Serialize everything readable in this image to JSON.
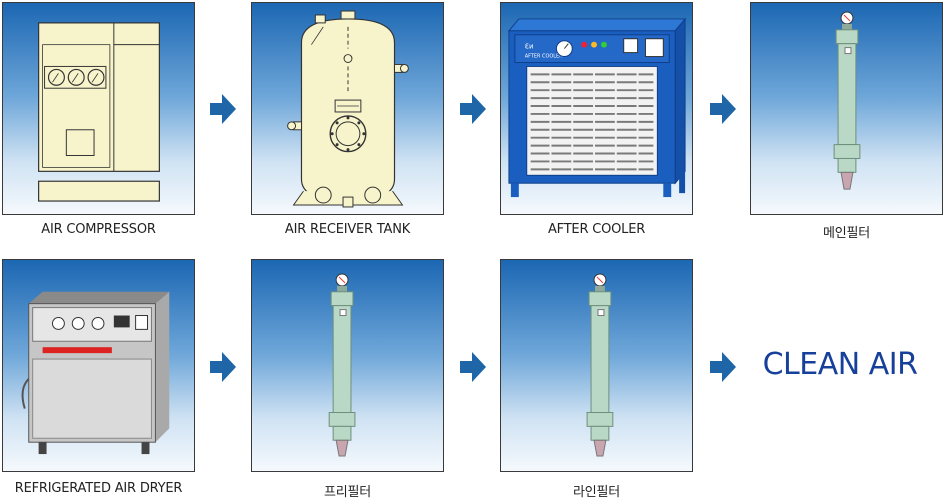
{
  "steps": [
    {
      "label": "AIR COMPRESSOR",
      "icon": "air-compressor-icon"
    },
    {
      "label": "AIR RECEIVER TANK",
      "icon": "air-receiver-tank-icon"
    },
    {
      "label": "AFTER COOLER",
      "icon": "after-cooler-icon"
    },
    {
      "label": "메인필터",
      "icon": "main-filter-icon"
    },
    {
      "label": "REFRIGERATED AIR DRYER",
      "icon": "refrigerated-air-dryer-icon"
    },
    {
      "label": "프리필터",
      "icon": "pre-filter-icon"
    },
    {
      "label": "라인필터",
      "icon": "line-filter-icon"
    }
  ],
  "result": "CLEAN AIR",
  "colors": {
    "arrow": "#1e66a8",
    "panel_top": "#1c67b3",
    "panel_bottom": "#f5f9fd",
    "result_text": "#17409a",
    "sketch_fill": "#f7f4cc",
    "cooler_blue": "#1a5fc0",
    "filter_green": "#b9d8c6"
  }
}
